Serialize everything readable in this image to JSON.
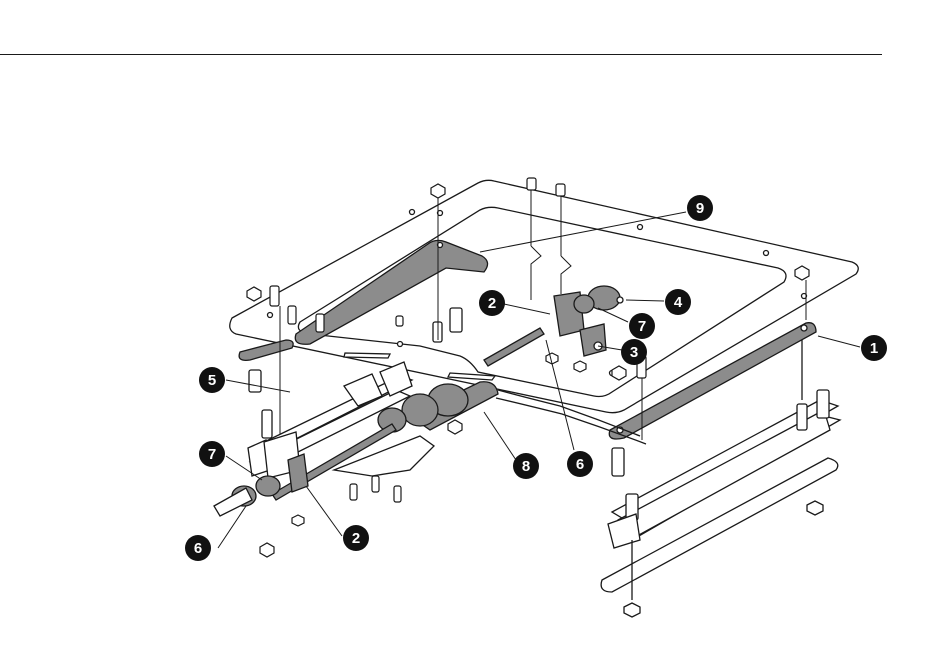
{
  "callouts": [
    {
      "id": "c1",
      "label": "1"
    },
    {
      "id": "c2a",
      "label": "2"
    },
    {
      "id": "c2b",
      "label": "2"
    },
    {
      "id": "c3",
      "label": "3"
    },
    {
      "id": "c4",
      "label": "4"
    },
    {
      "id": "c5",
      "label": "5"
    },
    {
      "id": "c6a",
      "label": "6"
    },
    {
      "id": "c6b",
      "label": "6"
    },
    {
      "id": "c7a",
      "label": "7"
    },
    {
      "id": "c7b",
      "label": "7"
    },
    {
      "id": "c8",
      "label": "8"
    },
    {
      "id": "c9",
      "label": "9"
    }
  ],
  "colors": {
    "line": "#1a1a1a",
    "part_fill": "#8c8c8c",
    "callout_fill": "#111111",
    "callout_text": "#ffffff",
    "background": "#ffffff"
  }
}
